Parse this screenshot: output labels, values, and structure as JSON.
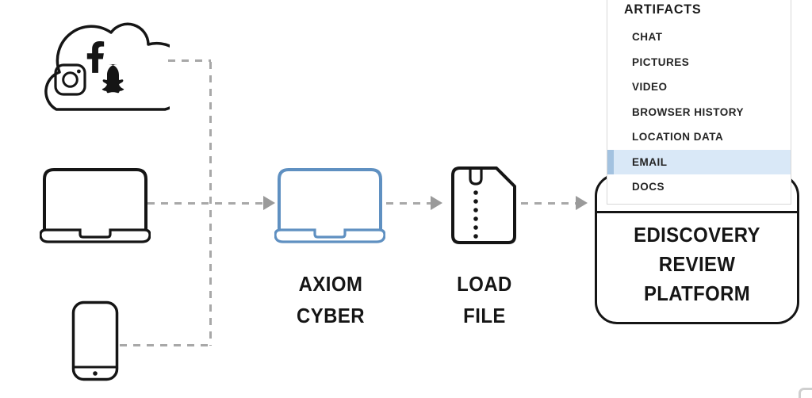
{
  "cloud": {
    "icons": [
      "facebook-icon",
      "instagram-icon",
      "snapchat-icon"
    ]
  },
  "devices": [
    "cloud-social-sources",
    "laptop-computer",
    "smartphone"
  ],
  "nodes": {
    "axiom_cyber": {
      "label_line1": "AXIOM",
      "label_line2": "CYBER"
    },
    "load_file": {
      "label_line1": "LOAD",
      "label_line2": "FILE"
    },
    "platform": {
      "label_line1": "EDISCOVERY",
      "label_line2": "REVIEW",
      "label_line3": "PLATFORM"
    }
  },
  "artifacts_panel": {
    "title": "ARTIFACTS",
    "items": [
      {
        "label": "CHAT",
        "selected": false
      },
      {
        "label": "PICTURES",
        "selected": false
      },
      {
        "label": "VIDEO",
        "selected": false
      },
      {
        "label": "BROWSER HISTORY",
        "selected": false
      },
      {
        "label": "LOCATION DATA",
        "selected": false
      },
      {
        "label": "EMAIL",
        "selected": true
      },
      {
        "label": "DOCS",
        "selected": false
      }
    ]
  },
  "colors": {
    "ink": "#151515",
    "accent_blue": "#5f90c1",
    "connector_gray": "#a8a8a8",
    "highlight_bg": "#d9e8f7",
    "highlight_bar": "#a3c2e0",
    "panel_border": "#d8d8d8"
  }
}
